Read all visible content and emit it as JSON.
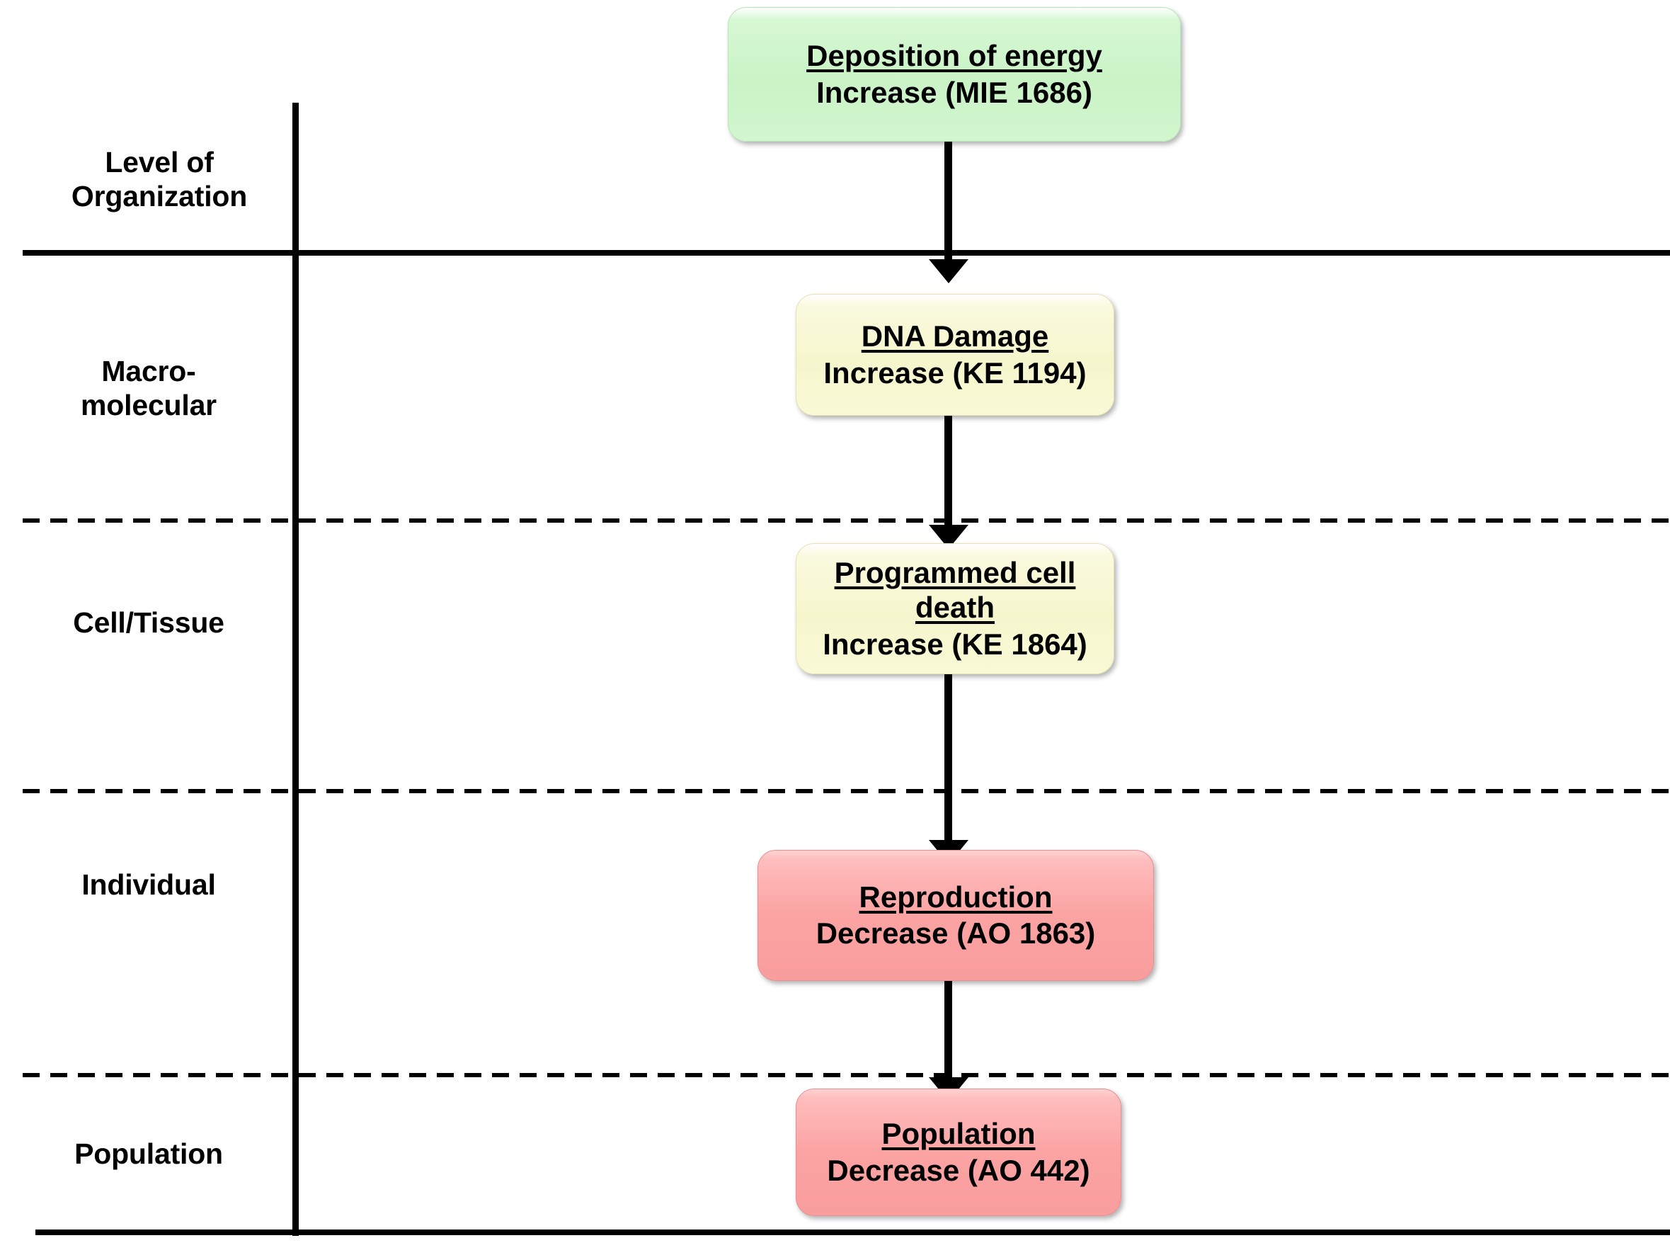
{
  "diagram": {
    "axis_header": "Level of\nOrganization",
    "levels": [
      {
        "id": "macromolecular",
        "label": "Macro-\nmolecular"
      },
      {
        "id": "cell-tissue",
        "label": "Cell/Tissue"
      },
      {
        "id": "individual",
        "label": "Individual"
      },
      {
        "id": "population",
        "label": "Population"
      }
    ],
    "colors": {
      "mie": "#ccf5cc",
      "ke": "#f7f7d0",
      "ao": "#fba6a6",
      "line": "#000000"
    },
    "nodes": [
      {
        "id": "mie-1686",
        "type": "MIE",
        "title": "Deposition of energy",
        "subtitle": "Increase (MIE 1686)",
        "color_key": "mie"
      },
      {
        "id": "ke-1194",
        "type": "KE",
        "title": "DNA Damage",
        "subtitle": "Increase (KE 1194)",
        "color_key": "ke"
      },
      {
        "id": "ke-1864",
        "type": "KE",
        "title": "Programmed cell\ndeath",
        "subtitle": "Increase (KE 1864)",
        "color_key": "ke"
      },
      {
        "id": "ao-1863",
        "type": "AO",
        "title": "Reproduction",
        "subtitle": "Decrease (AO 1863)",
        "color_key": "ao"
      },
      {
        "id": "ao-442",
        "type": "AO",
        "title": "Population",
        "subtitle": "Decrease (AO 442)",
        "color_key": "ao"
      }
    ]
  }
}
